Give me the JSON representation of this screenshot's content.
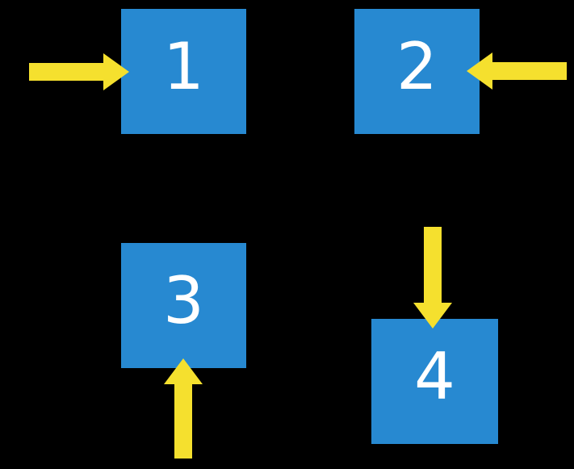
{
  "figure": {
    "description": "Four numbered blue squares on a black background, each with a yellow arrow pointing into it from a different side"
  },
  "colors": {
    "background_black": "#000000",
    "square_blue": "#2789d1",
    "arrow_yellow": "#f5e02e",
    "label_white": "#ffffff"
  },
  "squares": [
    {
      "label": "1",
      "arrow_direction": "right"
    },
    {
      "label": "2",
      "arrow_direction": "left"
    },
    {
      "label": "3",
      "arrow_direction": "up"
    },
    {
      "label": "4",
      "arrow_direction": "down"
    }
  ]
}
